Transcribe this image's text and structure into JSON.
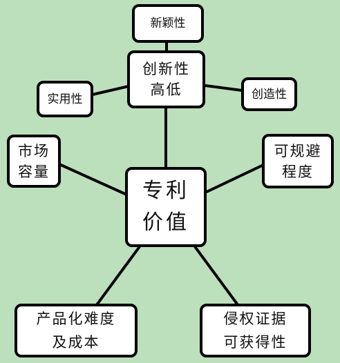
{
  "center": {
    "lines": [
      "专利",
      "价值"
    ]
  },
  "nodes": {
    "innovation_level": {
      "lines": [
        "创新性",
        "高低"
      ]
    },
    "novelty": {
      "text": "新颖性"
    },
    "practicality": {
      "text": "实用性"
    },
    "creativity": {
      "text": "创造性"
    },
    "market_capacity": {
      "lines": [
        "市场",
        "容量"
      ]
    },
    "avoidability": {
      "lines": [
        "可规避",
        "程度"
      ]
    },
    "commercialization": {
      "lines": [
        "产品化难度",
        "及成本"
      ]
    },
    "infringement_evidence": {
      "lines": [
        "侵权证据",
        "可获得性"
      ]
    }
  },
  "colors": {
    "background": "#bcdfbc",
    "node_fill": "#ffffff",
    "border": "#000000"
  }
}
